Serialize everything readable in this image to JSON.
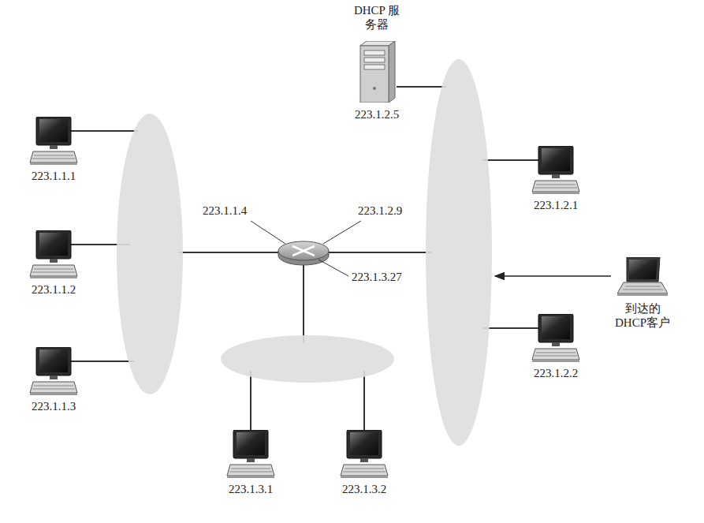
{
  "diagram": {
    "nodes": [
      {
        "text": [
          "223.1.1.1"
        ]
      },
      {
        "text": [
          "223.1.1.2"
        ]
      },
      {
        "text": [
          "223.1.1.3"
        ]
      },
      {
        "text": [
          "DHCP 服务器",
          "223.1.2.5"
        ]
      },
      {
        "text": [
          "223.1.2.1"
        ]
      },
      {
        "text": [
          "到达的 DHCP客户"
        ]
      },
      {
        "text": [
          "223.1.2.2"
        ]
      },
      {
        "text": [
          "223.1.3.1"
        ]
      },
      {
        "text": [
          "223.1.3.2"
        ]
      }
    ],
    "labels": [
      "223.1.1.4",
      "223.1.2.9",
      "223.1.3.27"
    ]
  }
}
